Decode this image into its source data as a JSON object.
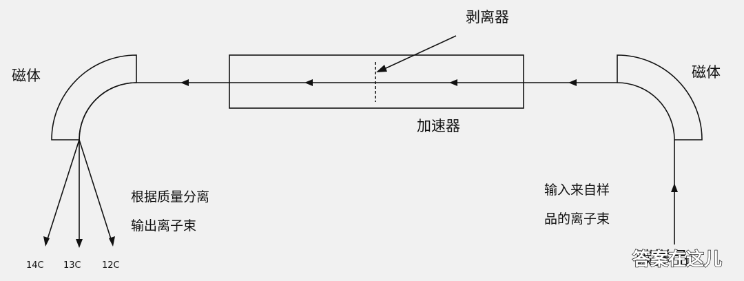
{
  "labels": {
    "stripper": "剥离器",
    "magnet_left": "磁体",
    "magnet_right": "磁体",
    "accelerator": "加速器",
    "separate_line1": "根据质量分离",
    "separate_line2": "输出离子束",
    "input_line1": "输入来自样",
    "input_line2": "品的离子束",
    "sample_partial": "碳样品",
    "isotope_14c": "14C",
    "isotope_13c": "13C",
    "isotope_12c": "12C",
    "watermark": "答案在这儿"
  },
  "colors": {
    "background": "#f1f1f1",
    "line": "#111111"
  }
}
